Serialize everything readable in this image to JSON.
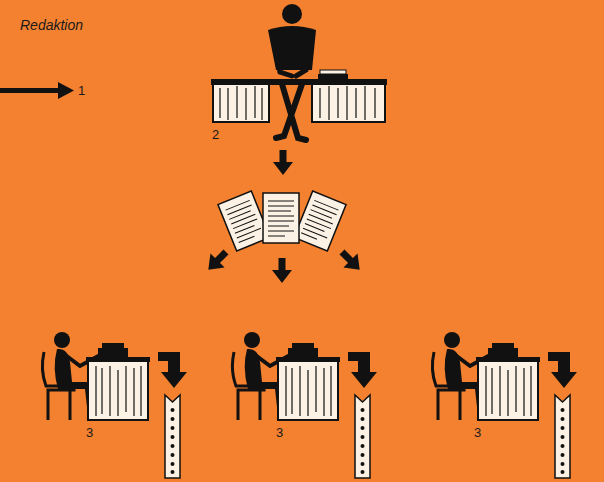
{
  "diagram": {
    "labels": [
      "Redaktion",
      "1",
      "2",
      "3",
      "3",
      "3"
    ]
  }
}
